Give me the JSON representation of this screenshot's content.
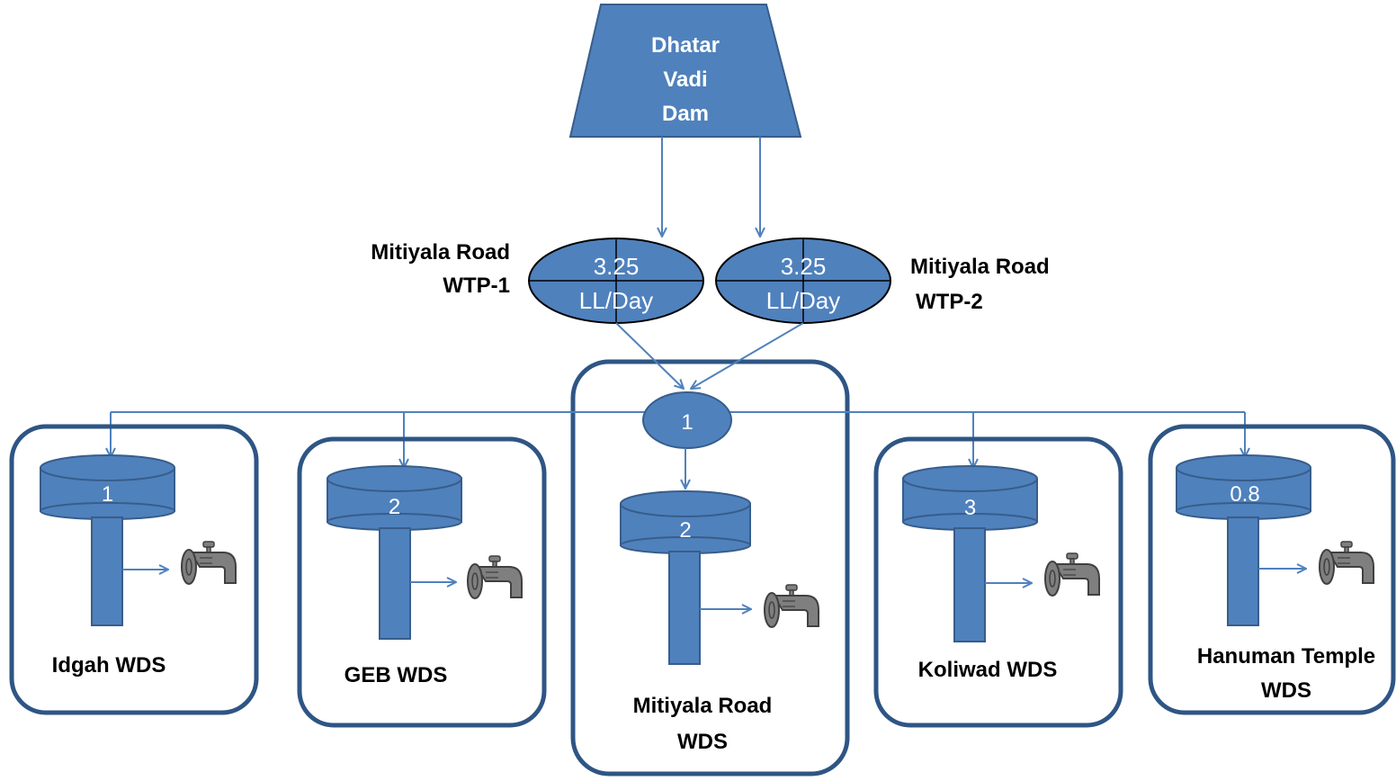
{
  "source": {
    "lines": [
      "Dhatar",
      "Vadi",
      "Dam"
    ]
  },
  "wtp": [
    {
      "name_lines": [
        "Mitiyala Road",
        "WTP-1"
      ],
      "capacity": "3.25",
      "unit": "LL/Day"
    },
    {
      "name_lines": [
        "Mitiyala Road",
        "WTP-2"
      ],
      "capacity": "3.25",
      "unit": "LL/Day"
    }
  ],
  "sump": {
    "capacity": "1"
  },
  "wds": [
    {
      "capacity": "1",
      "name_lines": [
        "Idgah WDS"
      ]
    },
    {
      "capacity": "2",
      "name_lines": [
        "GEB WDS"
      ]
    },
    {
      "capacity": "2",
      "name_lines": [
        "Mitiyala Road",
        "WDS"
      ]
    },
    {
      "capacity": "3",
      "name_lines": [
        "Koliwad WDS"
      ]
    },
    {
      "capacity": "0.8",
      "name_lines": [
        "Hanuman Temple",
        "WDS"
      ]
    }
  ],
  "colors": {
    "fill": "#4f81bd",
    "stroke": "#385d8a",
    "box_stroke": "#2e5584",
    "arrow": "#4f81bd",
    "tap": "#7f7f7f"
  },
  "icons": {
    "tap": "water-tap-icon"
  }
}
